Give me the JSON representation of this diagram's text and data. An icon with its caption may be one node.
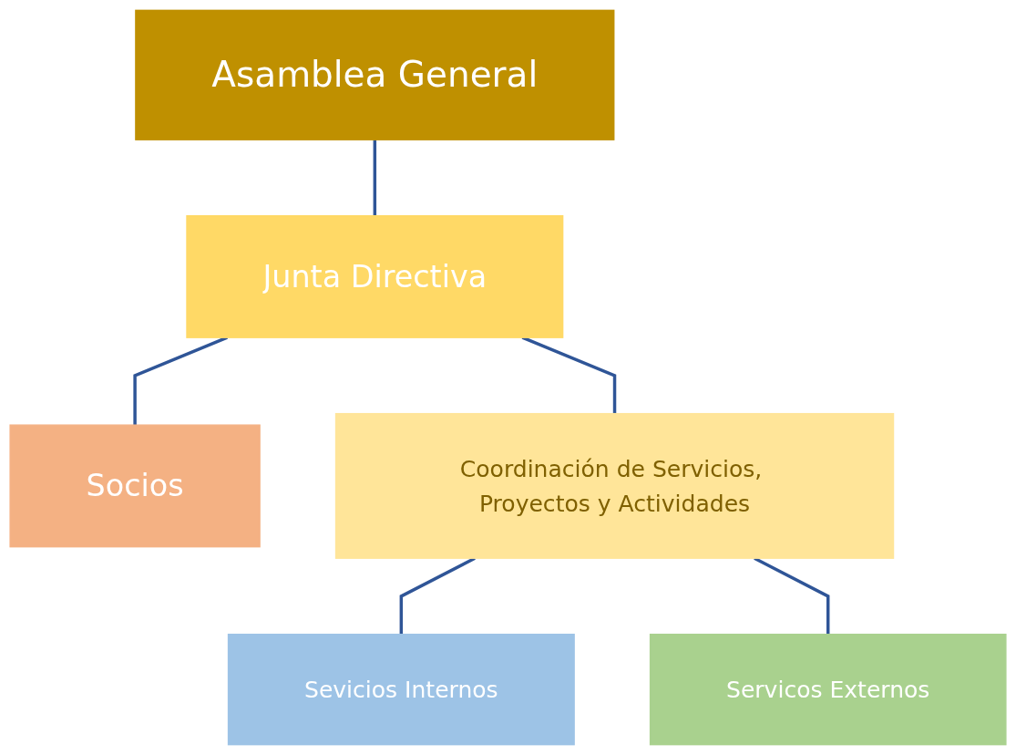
{
  "diagram": {
    "nodes": [
      {
        "text": [
          "Asamblea General"
        ]
      },
      {
        "text": [
          "Junta Directiva"
        ]
      },
      {
        "text": [
          "Socios"
        ]
      },
      {
        "text": [
          "Coordinación de Servicios, Proyectos y Actividades"
        ]
      },
      {
        "text": [
          "Sevicios Internos"
        ]
      },
      {
        "text": [
          "Servicos Externos"
        ]
      }
    ],
    "edges": [
      {
        "from": 0,
        "to": 1,
        "arrow": "none"
      },
      {
        "from": 1,
        "to": 2,
        "arrow": "none"
      },
      {
        "from": 1,
        "to": 3,
        "arrow": "none"
      },
      {
        "from": 3,
        "to": 4,
        "arrow": "none"
      },
      {
        "from": 3,
        "to": 5,
        "arrow": "none"
      }
    ]
  }
}
